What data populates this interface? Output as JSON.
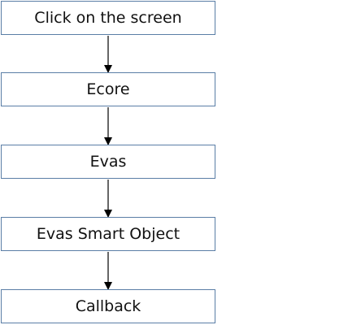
{
  "diagram": {
    "nodes": [
      {
        "id": "click",
        "label": "Click on the screen"
      },
      {
        "id": "ecore",
        "label": "Ecore"
      },
      {
        "id": "evas",
        "label": "Evas"
      },
      {
        "id": "evas_smart_object",
        "label": "Evas Smart Object"
      },
      {
        "id": "callback",
        "label": "Callback"
      }
    ],
    "edges": [
      {
        "from": "click",
        "to": "ecore"
      },
      {
        "from": "ecore",
        "to": "evas"
      },
      {
        "from": "evas",
        "to": "evas_smart_object"
      },
      {
        "from": "evas_smart_object",
        "to": "callback"
      }
    ],
    "colors": {
      "box_border": "#5a7ea6",
      "arrow": "#000000",
      "text": "#111111"
    }
  }
}
